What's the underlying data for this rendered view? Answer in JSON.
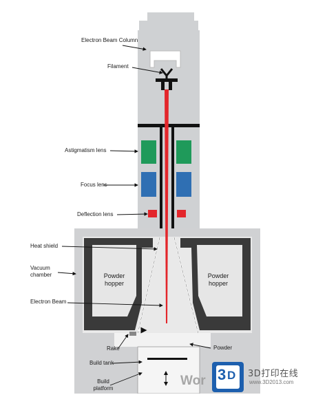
{
  "labels": {
    "electron_beam_column": "Electron Beam Column",
    "filament": "Filament",
    "astigmatism_lens": "Astigmatism lens",
    "focus_lens": "Focus lens",
    "deflection_lens": "Deflection lens",
    "heat_shield": "Heat shield",
    "vacuum_chamber": "Vacuum chamber",
    "powder_hopper_left": "Powder hopper",
    "powder_hopper_right": "Powder hopper",
    "electron_beam": "Electron Beam",
    "rake": "Rake",
    "powder": "Powder",
    "build_tank": "Build tank",
    "build_platform": "Build platform"
  },
  "watermark": {
    "wor": "Wor",
    "logo_3": "3",
    "logo_d": "D",
    "cn_text": "3D打印在线",
    "url": "www.3D2013.com"
  },
  "colors": {
    "column_gray": "#cfd1d3",
    "chamber_gray": "#d0d1d3",
    "hopper_dark": "#3a3a3a",
    "hopper_light": "#e6e6e6",
    "beam_red": "#e3262b",
    "astigmatism_green": "#1f9a5a",
    "focus_blue": "#2f6fb3",
    "deflection_red": "#e3262b"
  }
}
